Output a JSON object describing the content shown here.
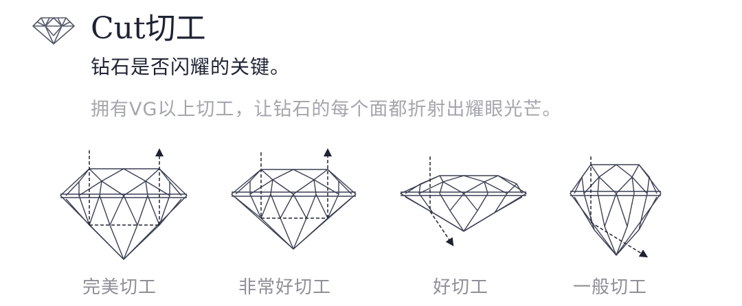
{
  "header": {
    "icon": "diamond-icon",
    "title": "Cut切工",
    "subtitle": "钻石是否闪耀的关键。",
    "description": "拥有VG以上切工，让钻石的每个面都折射出耀眼光芒。"
  },
  "colors": {
    "line": "#3a3e52",
    "title_text": "#1e2233",
    "description_text": "#a4a6ad",
    "label_text": "#8d8f96"
  },
  "cut_grades": [
    {
      "label": "完美切工",
      "icon": "ideal-cut-diamond-icon",
      "light_path": "reflects-up-through-table"
    },
    {
      "label": "非常好切工",
      "icon": "very-good-cut-diamond-icon",
      "light_path": "reflects-up-through-table"
    },
    {
      "label": "好切工",
      "icon": "good-cut-diamond-icon",
      "light_path": "leaks-out-bottom"
    },
    {
      "label": "一般切工",
      "icon": "fair-cut-diamond-icon",
      "light_path": "leaks-out-side"
    }
  ]
}
